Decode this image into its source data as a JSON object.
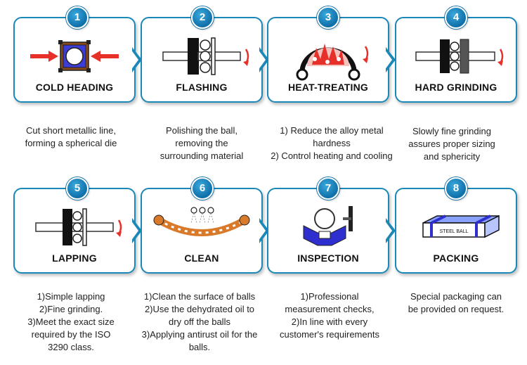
{
  "steps": [
    {
      "number": "1",
      "title": "COLD HEADING",
      "description": [
        "Cut short metallic line,",
        "forming a spherical die"
      ]
    },
    {
      "number": "2",
      "title": "FLASHING",
      "description": [
        "Polishing the ball,",
        "removing the",
        "surrounding material"
      ]
    },
    {
      "number": "3",
      "title": "HEAT-TREATING",
      "description": [
        "1) Reduce the alloy metal",
        "hardness",
        "2) Control heating and cooling"
      ]
    },
    {
      "number": "4",
      "title": "HARD GRINDING",
      "description": [
        "Slowly fine grinding",
        "assures proper sizing",
        "and sphericity"
      ]
    },
    {
      "number": "5",
      "title": "LAPPING",
      "description": [
        "1)Simple lapping",
        "2)Fine grinding.",
        "3)Meet the exact size",
        "required by the ISO",
        "3290 class."
      ]
    },
    {
      "number": "6",
      "title": "CLEAN",
      "description": [
        "1)Clean the surface of balls",
        "2)Use the dehydrated oil to",
        "dry off the balls",
        "3)Applying antirust oil for the",
        "balls."
      ]
    },
    {
      "number": "7",
      "title": "INSPECTION",
      "description": [
        "1)Professional",
        "measurement checks,",
        "2)In line with every",
        "customer's requirements"
      ]
    },
    {
      "number": "8",
      "title": "PACKING",
      "description": [
        "Special packaging can",
        "be provided on request."
      ]
    }
  ],
  "labels": {
    "packing_box_text": "STEEL BALL"
  },
  "colors": {
    "accent": "#1b88b8",
    "badge": "#0f6fa8",
    "red": "#e8302a",
    "purple": "#6a2bd1",
    "blue": "#2f2fd0",
    "orange": "#d9792a"
  }
}
